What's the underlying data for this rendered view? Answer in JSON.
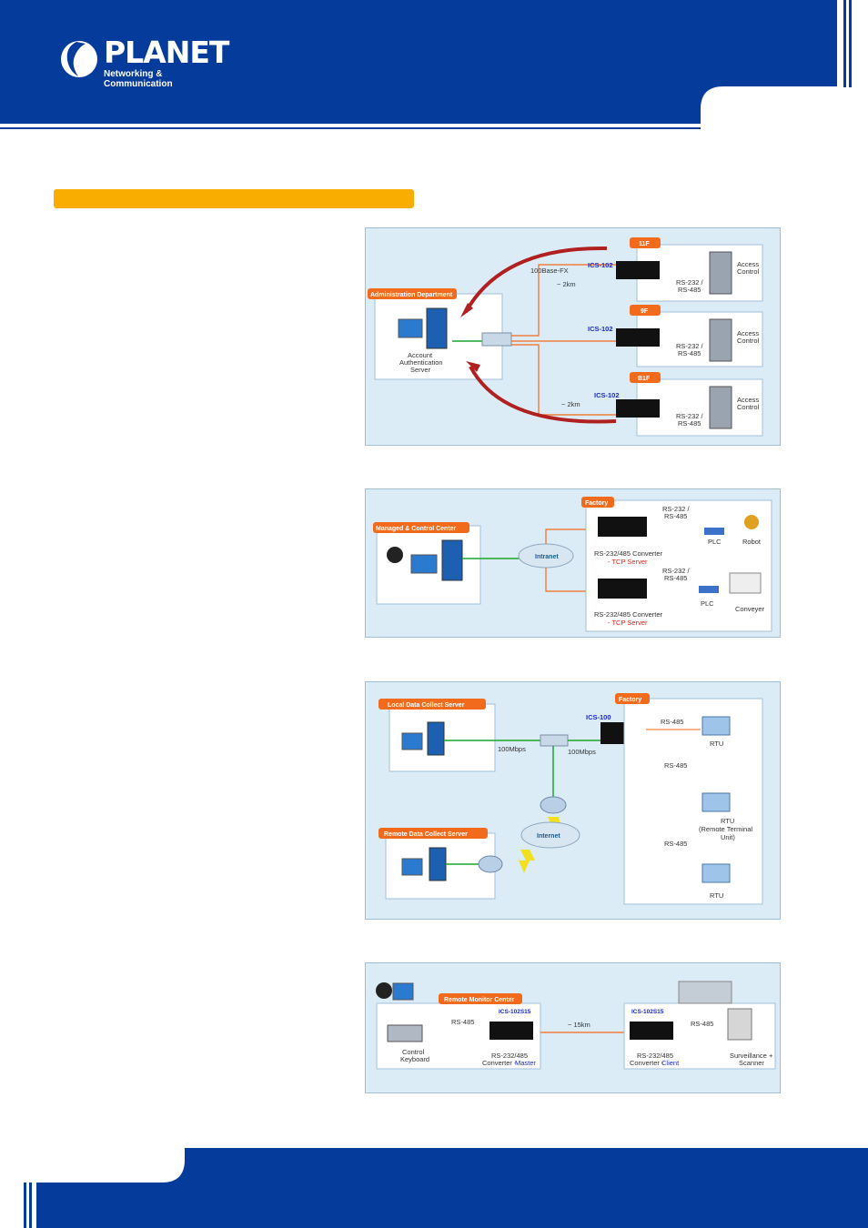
{
  "brand": {
    "name": "PLANET",
    "tagline": "Networking & Communication"
  },
  "colors": {
    "navy": "#053b9a",
    "orange": "#f8ad00",
    "tag": "#f26a1b",
    "panel": "#dcecf6"
  },
  "d1": {
    "admin": "Administration Department",
    "server_l1": "Account",
    "server_l2": "Authentication",
    "server_l3": "Server",
    "media": "100Base-FX",
    "dist_top": "~ 2km",
    "dist_bottom": "~ 2km",
    "floors": [
      {
        "tag": "11F",
        "device": "ICS-102",
        "serial_l1": "RS-232 /",
        "serial_l2": "RS-485",
        "ac_l1": "Access",
        "ac_l2": "Control"
      },
      {
        "tag": "9F",
        "device": "ICS-102",
        "serial_l1": "RS-232 /",
        "serial_l2": "RS-485",
        "ac_l1": "Access",
        "ac_l2": "Control"
      },
      {
        "tag": "B1F",
        "device": "ICS-102",
        "serial_l1": "RS-232 /",
        "serial_l2": "RS-485",
        "ac_l1": "Access",
        "ac_l2": "Control"
      }
    ]
  },
  "d2": {
    "center": "Managed & Control Center",
    "factory": "Factory",
    "cloud": "Intranet",
    "top": {
      "serial_l1": "RS-232 /",
      "serial_l2": "RS-485",
      "plc": "PLC",
      "target": "Robot",
      "conv": "RS-232/485 Converter",
      "role": "- TCP Server"
    },
    "bottom": {
      "serial_l1": "RS-232 /",
      "serial_l2": "RS-485",
      "plc": "PLC",
      "target": "Conveyer",
      "conv": "RS-232/485 Converter",
      "role": "- TCP Server"
    }
  },
  "d3": {
    "local": "Local Data Collect Server",
    "remote": "Remote Data Collect Server",
    "factory": "Factory",
    "device": "ICS-100",
    "speed1": "100Mbps",
    "speed2": "100Mbps",
    "cloud": "Internet",
    "rs_top": "RS-485",
    "rs_mid": "RS-485",
    "rs_bot": "RS-485",
    "rtu1": "RTU",
    "rtu2_l1": "RTU",
    "rtu2_l2": "(Remote Terminal",
    "rtu2_l3": "Unit)",
    "rtu3": "RTU"
  },
  "d4": {
    "center": "Remote Monitor Center",
    "left_device": "ICS-102S15",
    "right_device": "ICS-102S15",
    "rs_left": "RS-485",
    "rs_right": "RS-485",
    "distance": "~ 15km",
    "kb_l1": "Control",
    "kb_l2": "Keyboard",
    "conv_left": "RS-232/485",
    "conv_left_2": "Converter - ",
    "master": "Master",
    "conv_right": "RS-232/485",
    "conv_right_2": "Converter - ",
    "client": "Client",
    "cam_l1": "Surveillance +",
    "cam_l2": "Scanner"
  }
}
